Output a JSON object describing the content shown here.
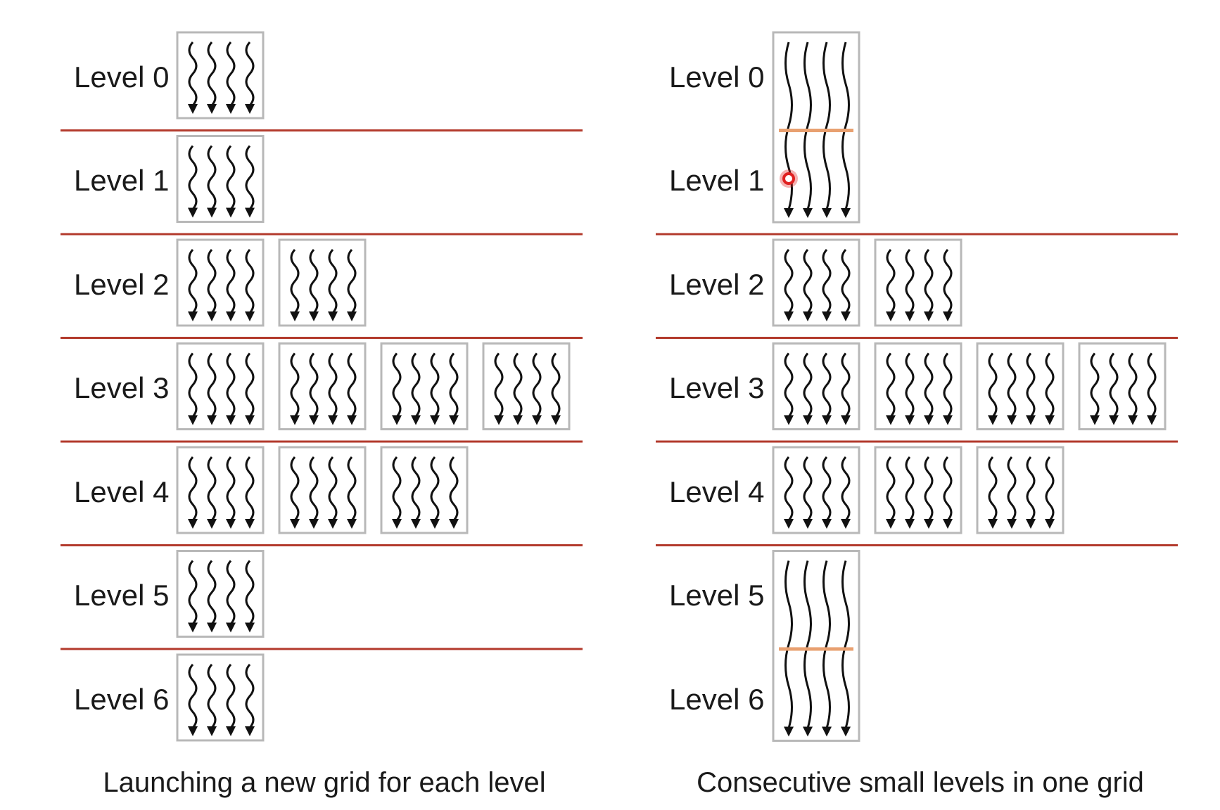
{
  "levels": [
    "Level 0",
    "Level 1",
    "Level 2",
    "Level 3",
    "Level 4",
    "Level 5",
    "Level 6"
  ],
  "left_panel": {
    "caption": "Launching a new grid for each level",
    "blocks_per_level": [
      1,
      1,
      2,
      4,
      3,
      1,
      1
    ]
  },
  "right_panel": {
    "caption": "Consecutive small levels in one grid",
    "blocks_per_level": [
      1,
      1,
      2,
      4,
      3,
      1,
      1
    ],
    "merged_level_groups": [
      [
        0,
        1
      ],
      [
        5,
        6
      ]
    ]
  },
  "colors": {
    "separator": "#b33a2c",
    "block_border": "#b8b8b8",
    "sync_bar": "#e8a070",
    "thread": "#111111",
    "cursor_dot": "#e02020"
  }
}
